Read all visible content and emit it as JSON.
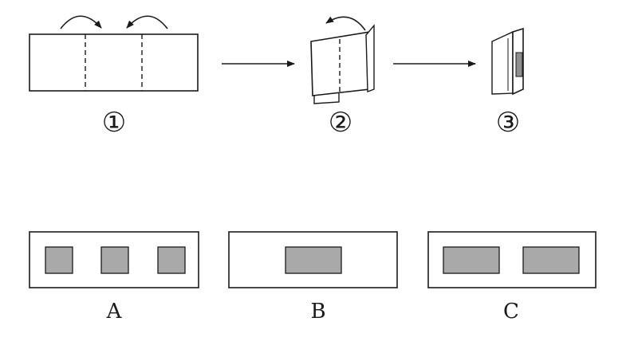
{
  "steps": {
    "step1": "①",
    "step2": "②",
    "step3": "③"
  },
  "options": {
    "a": "A",
    "b": "B",
    "c": "C"
  },
  "colors": {
    "line": "#1a1a1a",
    "shade": "#a9a9a9",
    "shade_dark": "#8f8f8f"
  }
}
